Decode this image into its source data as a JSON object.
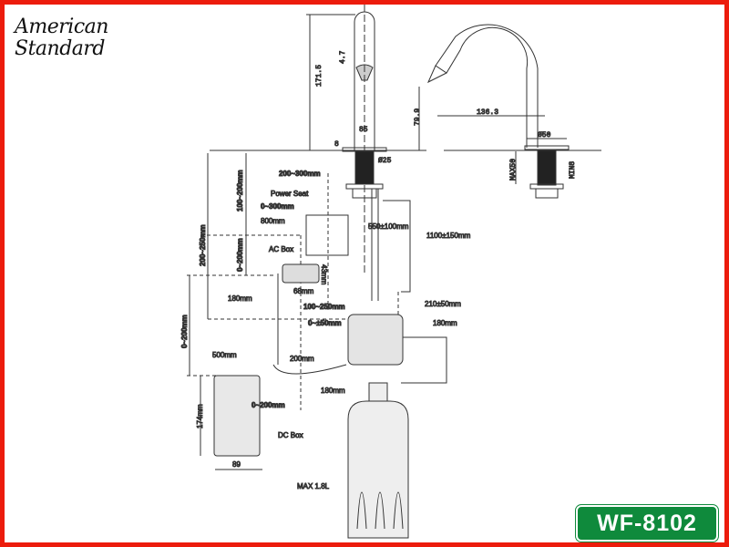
{
  "brand": {
    "line1": "American",
    "line2": "Standard"
  },
  "model": "WF-8102",
  "colors": {
    "frame": "#ec1c0c",
    "badge": "#0f8a3c"
  },
  "faucet_dims": {
    "height": "171.5",
    "sensor_offset": "4.7",
    "body_dia": "85",
    "base": "8",
    "shank_dia": "Ø25",
    "spout_height": "79.9",
    "reach": "136.3",
    "base_dia": "Ø50",
    "max_deck": "MAX50",
    "min_deck": "MIN8"
  },
  "install_labels": {
    "d200_300": "200~300mm",
    "power_seat": "Power Seat",
    "d0_300": "0~300mm",
    "d800": "800mm",
    "ac_box": "AC Box",
    "d43": "43mm",
    "d68": "68mm",
    "d550": "550±100mm",
    "d1100": "1100±150mm",
    "d100_200": "100~200mm",
    "d0_200a": "0~200mm",
    "d200_250": "200~250mm",
    "d180a": "180mm",
    "d100_250": "100~250mm",
    "d210": "210±50mm",
    "d0_50": "0~±50mm",
    "d180b": "180mm",
    "d0_200b": "0~200mm",
    "d200": "200mm",
    "d500": "500mm",
    "d180c": "180mm",
    "d174": "174mm",
    "d0_200c": "0~200mm",
    "dc_box": "DC Box",
    "d89": "89",
    "max_vol": "MAX 1.8L"
  }
}
